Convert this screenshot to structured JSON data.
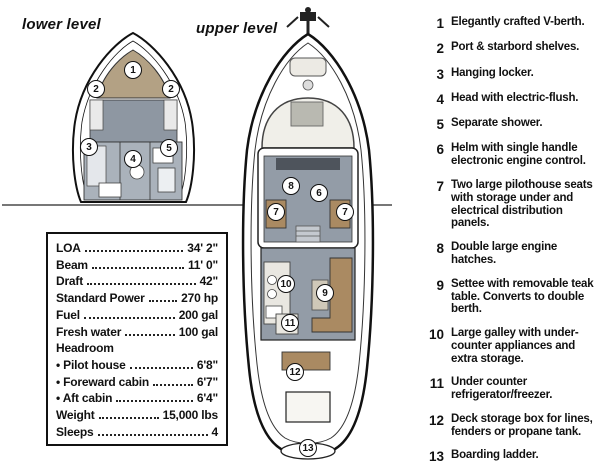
{
  "titles": {
    "lower": "lower level",
    "upper": "upper level"
  },
  "specs": {
    "rows": [
      {
        "label": "LOA",
        "value": "34' 2\""
      },
      {
        "label": "Beam",
        "value": "11' 0\""
      },
      {
        "label": "Draft",
        "value": "42\""
      },
      {
        "label": "Standard Power",
        "value": "270 hp"
      },
      {
        "label": "Fuel",
        "value": "200 gal"
      },
      {
        "label": "Fresh water",
        "value": "100 gal"
      },
      {
        "label": "Headroom",
        "value": ""
      },
      {
        "label": "• Pilot house",
        "value": "6'8\""
      },
      {
        "label": "• Foreward cabin",
        "value": "6'7\""
      },
      {
        "label": "• Aft cabin",
        "value": "6'4\""
      },
      {
        "label": "Weight",
        "value": "15,000 lbs"
      },
      {
        "label": "Sleeps",
        "value": "4"
      }
    ]
  },
  "legend": {
    "items": [
      {
        "num": "1",
        "text": "Elegantly crafted V-berth."
      },
      {
        "num": "2",
        "text": "Port & starbord shelves."
      },
      {
        "num": "3",
        "text": "Hanging locker."
      },
      {
        "num": "4",
        "text": "Head with electric-flush."
      },
      {
        "num": "5",
        "text": "Separate shower."
      },
      {
        "num": "6",
        "text": "Helm with single handle electronic engine control."
      },
      {
        "num": "7",
        "text": "Two large pilothouse seats with storage under and electrical distribution panels."
      },
      {
        "num": "8",
        "text": "Double large engine hatches."
      },
      {
        "num": "9",
        "text": "Settee with removable teak table. Converts to double berth."
      },
      {
        "num": "10",
        "text": "Large galley with under-counter appliances and extra storage."
      },
      {
        "num": "11",
        "text": "Under counter refrigerator/freezer."
      },
      {
        "num": "12",
        "text": "Deck storage box for lines, fenders or propane tank."
      },
      {
        "num": "13",
        "text": "Boarding ladder."
      }
    ]
  },
  "markers": {
    "lower": [
      "1",
      "2",
      "2",
      "3",
      "4",
      "5"
    ],
    "upper": [
      "8",
      "6",
      "7",
      "7",
      "10",
      "9",
      "11",
      "12",
      "13"
    ]
  },
  "colors": {
    "hull_outline": "#111111",
    "floor_gray": "#939ca7",
    "berth_tan": "#b3a184",
    "seat_tan": "#aa8a62",
    "divider_gray": "#777777"
  }
}
